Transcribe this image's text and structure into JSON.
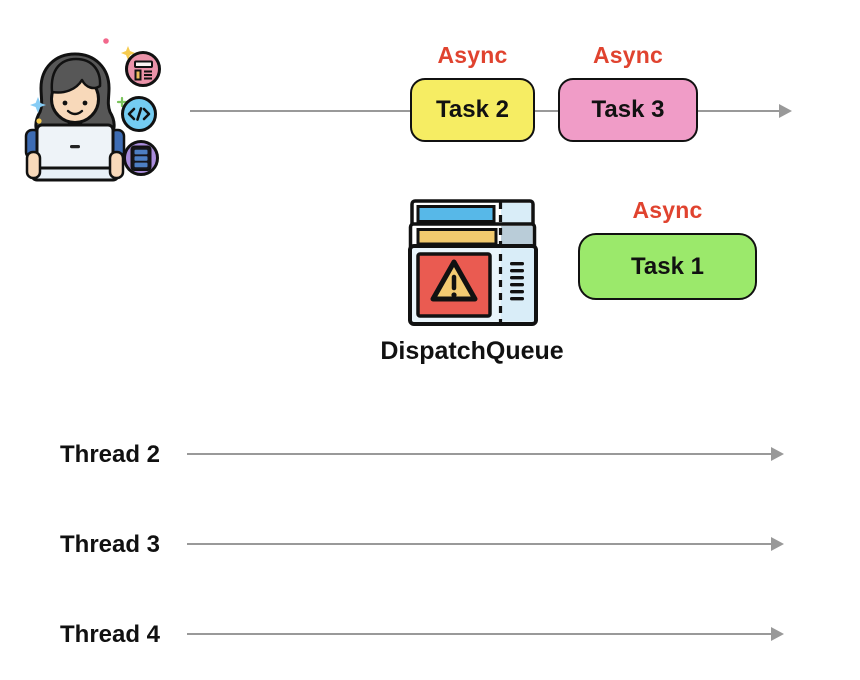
{
  "background": "#FFFFFF",
  "colors": {
    "async_red": "#E0432F",
    "task2_yellow": "#F6ED63",
    "task3_pink": "#F09CC7",
    "task1_green": "#9BE96B",
    "outline_black": "#111111",
    "timeline_gray": "#999999"
  },
  "main_queue_row": {
    "tasks": [
      {
        "label": "Task 2",
        "async_label": "Async",
        "color": "#F6ED63"
      },
      {
        "label": "Task 3",
        "async_label": "Async",
        "color": "#F09CC7"
      }
    ]
  },
  "dispatch_queue": {
    "label": "DispatchQueue",
    "icon": "ticket-queue-icon",
    "task": {
      "label": "Task 1",
      "async_label": "Async",
      "color": "#9BE96B"
    }
  },
  "threads": [
    {
      "label": "Thread 2"
    },
    {
      "label": "Thread 3"
    },
    {
      "label": "Thread 4"
    }
  ],
  "illustration": {
    "name": "developer-woman-with-laptop",
    "badge_icons": [
      "form-icon",
      "code-icon",
      "server-stack-icon"
    ]
  }
}
